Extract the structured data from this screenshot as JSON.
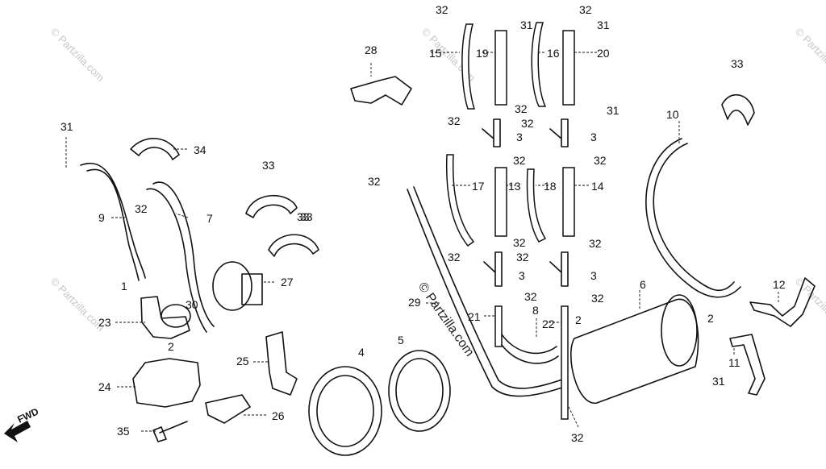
{
  "diagram": {
    "watermark_main": "© Partzilla.com",
    "watermark_corner": "© Partzilla.com",
    "direction_label": "FWD",
    "callouts": [
      "1",
      "2",
      "2",
      "2",
      "3",
      "3",
      "3",
      "3",
      "4",
      "5",
      "6",
      "7",
      "8",
      "9",
      "10",
      "11",
      "12",
      "13",
      "14",
      "15",
      "16",
      "17",
      "18",
      "19",
      "20",
      "21",
      "22",
      "23",
      "24",
      "25",
      "26",
      "27",
      "28",
      "29",
      "30",
      "31",
      "31",
      "31",
      "31",
      "31",
      "32",
      "33",
      "33",
      "33",
      "34",
      "35"
    ]
  }
}
